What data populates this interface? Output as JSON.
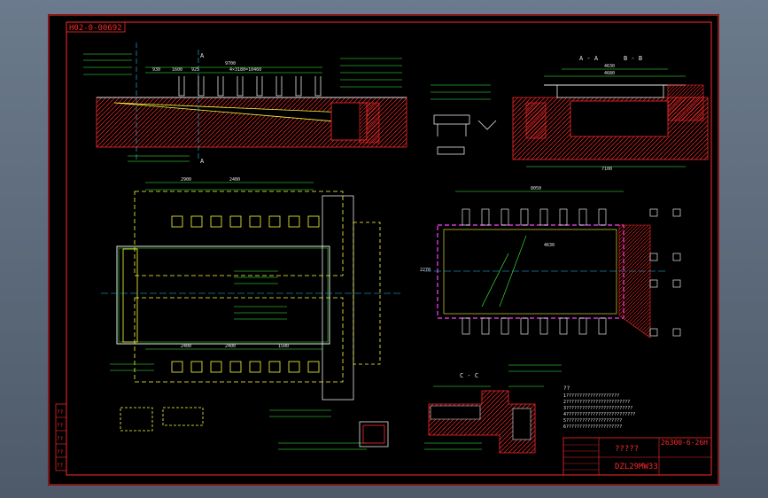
{
  "drawing_number_top": "H02-0-00692",
  "views": {
    "elevation": {
      "section_mark_a": "A",
      "dims": [
        "930",
        "1600",
        "925",
        "4×3180=10460",
        "9700"
      ]
    },
    "aa_bb": {
      "title_aa": "A - A",
      "title_bb": "B - B",
      "dims": [
        "4630",
        "4680",
        "7100"
      ]
    },
    "plan": {
      "dims": [
        "2900",
        "2400",
        "2400",
        "2400",
        "1500"
      ]
    },
    "right_plan": {
      "dims": [
        "8050",
        "4630",
        "2270"
      ]
    },
    "cc": {
      "title": "C - C"
    }
  },
  "notes": {
    "header": "??",
    "lines": [
      "1????????????????????",
      "2????????????????????????",
      "3?????????????????????????",
      "4??????????????????????????",
      "5?????????????????????",
      "6?????????????????????"
    ]
  },
  "title_block": {
    "project": "?????",
    "drawing_no": "26300-6-26H",
    "model": "DZL29MW33"
  },
  "left_strip": {
    "labels": [
      "??",
      "??",
      "??",
      "??",
      "??"
    ]
  },
  "colors": {
    "cad_red": "#ff2a2a",
    "cad_yellow": "#ffff3c",
    "cad_cyan": "#22c8ff",
    "cad_magenta": "#ff40ff",
    "cad_green": "#3cff3c",
    "cad_white": "#e6e6e6"
  }
}
